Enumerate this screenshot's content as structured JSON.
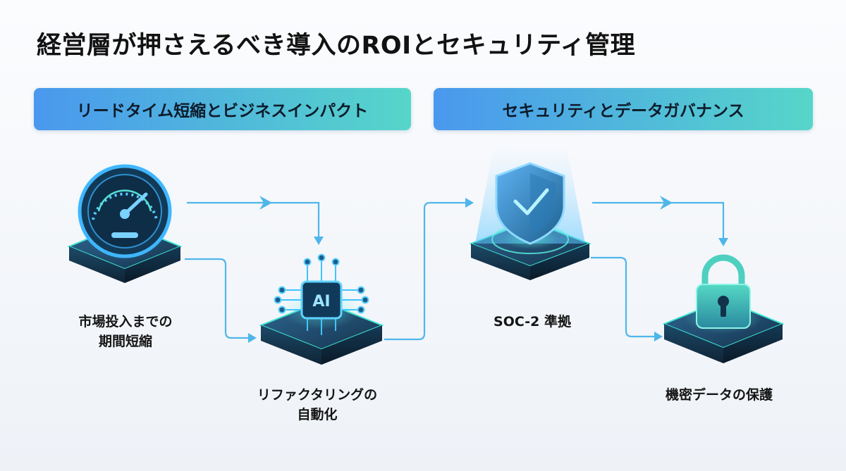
{
  "title": "経営層が押さえるべき導入のROIとセキュリティ管理",
  "banners": {
    "left": "リードタイム短縮とビジネスインパクト",
    "right": "セキュリティとデータガバナンス"
  },
  "nodes": {
    "market": {
      "line1": "市場投入までの",
      "line2": "期間短縮",
      "icon": "speedometer-icon"
    },
    "refactor": {
      "line1": "リファクタリングの",
      "line2": "自動化",
      "icon": "ai-chip-icon",
      "chip_text": "AI"
    },
    "soc2": {
      "line1": "SOC-2 準拠",
      "icon": "shield-check-icon"
    },
    "protect": {
      "line1": "機密データの保護",
      "icon": "padlock-icon"
    }
  },
  "colors": {
    "banner_start": "#4a98ee",
    "banner_end": "#56d6c9",
    "connector": "#4fb6ea",
    "platform_top": "#244e72",
    "glow": "#3fe6d3"
  }
}
